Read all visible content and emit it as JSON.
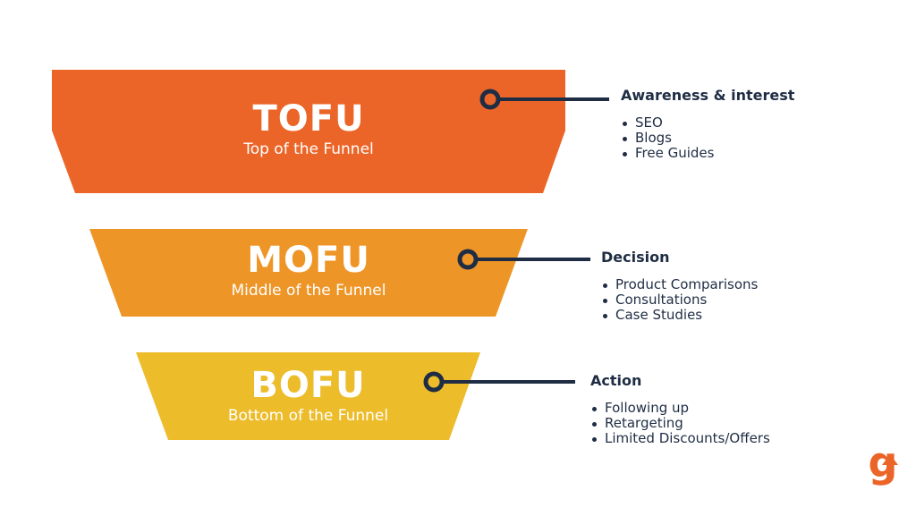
{
  "colors": {
    "tofu": "#ec6528",
    "mofu": "#ee9527",
    "bofu": "#ecbc2b",
    "connector": "#1f2d44",
    "logo": "#ec6528"
  },
  "logo": {
    "icon": "g-arrow-logo-icon",
    "glyph": "g"
  },
  "stages": [
    {
      "title": "TOFU",
      "subtitle": "Top of the Funnel",
      "heading": "Awareness & interest",
      "items": [
        "SEO",
        "Blogs",
        "Free Guides"
      ]
    },
    {
      "title": "MOFU",
      "subtitle": "Middle of the Funnel",
      "heading": "Decision",
      "items": [
        "Product Comparisons",
        "Consultations",
        "Case Studies"
      ]
    },
    {
      "title": "BOFU",
      "subtitle": "Bottom of the Funnel",
      "heading": "Action",
      "items": [
        "Following up",
        "Retargeting",
        "Limited Discounts/Offers"
      ]
    }
  ]
}
